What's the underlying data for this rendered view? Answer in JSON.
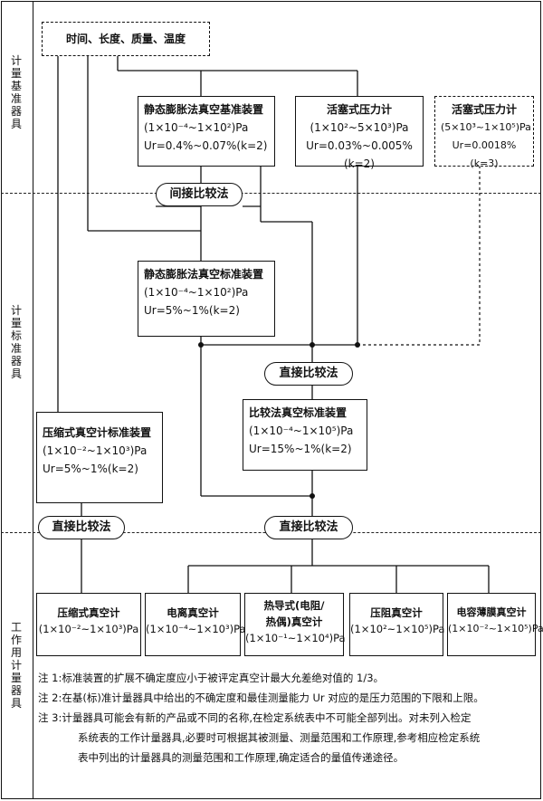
{
  "lanes": [
    {
      "chars": [
        "计",
        "量",
        "基",
        "准",
        "器",
        "具"
      ]
    },
    {
      "chars": [
        "计",
        "量",
        "标",
        "准",
        "器",
        "具"
      ]
    },
    {
      "chars": [
        "工",
        "作",
        "用",
        "计",
        "量",
        "器",
        "具"
      ]
    }
  ],
  "top_box": {
    "text": "时间、长度、质量、温度"
  },
  "primary": [
    {
      "title": "静态膨胀法真空基准装置",
      "range": "(1×10⁻⁴~1×10²)Pa",
      "unc": "Ur=0.4%~0.07%(k=2)"
    },
    {
      "title": "活塞式压力计",
      "range": "(1×10²~5×10³)Pa",
      "unc": "Ur=0.03%~0.005%(k=2)"
    },
    {
      "title": "活塞式压力计",
      "range": "(5×10³~1×10⁵)Pa",
      "unc": "Ur=0.0018%(k=3)"
    }
  ],
  "methods": {
    "indirect": "间接比较法",
    "direct_1": "直接比较法",
    "direct_2": "直接比较法",
    "direct_3": "直接比较法"
  },
  "standards": [
    {
      "title": "静态膨胀法真空标准装置",
      "range": "(1×10⁻⁴~1×10²)Pa",
      "unc": "Ur=5%~1%(k=2)"
    },
    {
      "title": "比较法真空标准装置",
      "range": "(1×10⁻⁴~1×10⁵)Pa",
      "unc": "Ur=15%~1%(k=2)"
    },
    {
      "title": "压缩式真空计标准装置",
      "range": "(1×10⁻²~1×10³)Pa",
      "unc": "Ur=5%~1%(k=2)"
    }
  ],
  "working": [
    {
      "line1": "压缩式真空计",
      "line2": "",
      "range": "(1×10⁻²~1×10³)Pa"
    },
    {
      "line1": "电离真空计",
      "line2": "",
      "range": "(1×10⁻⁴~1×10³)Pa"
    },
    {
      "line1": "热导式(电阻/",
      "line2": "热偶)真空计",
      "range": "(1×10⁻¹~1×10⁴)Pa"
    },
    {
      "line1": "压阻真空计",
      "line2": "",
      "range": "(1×10²~1×10⁵)Pa"
    },
    {
      "line1": "电容薄膜真空计",
      "line2": "",
      "range": "(1×10⁻²~1×10⁵)Pa"
    }
  ],
  "notes": [
    "注 1:标准装置的扩展不确定度应小于被评定真空计最大允差绝对值的 1/3。",
    "注 2:在基(标)准计量器具中给出的不确定度和最佳测量能力 Ur 对应的是压力范围的下限和上限。",
    "注 3:计量器具可能会有新的产品或不同的名称,在检定系统表中不可能全部列出。对未列入检定",
    "系统表的工作计量器具,必要时可根据其被测量、测量范围和工作原理,参考相应检定系统",
    "表中列出的计量器具的测量范围和工作原理,确定适合的量值传递途径。"
  ]
}
